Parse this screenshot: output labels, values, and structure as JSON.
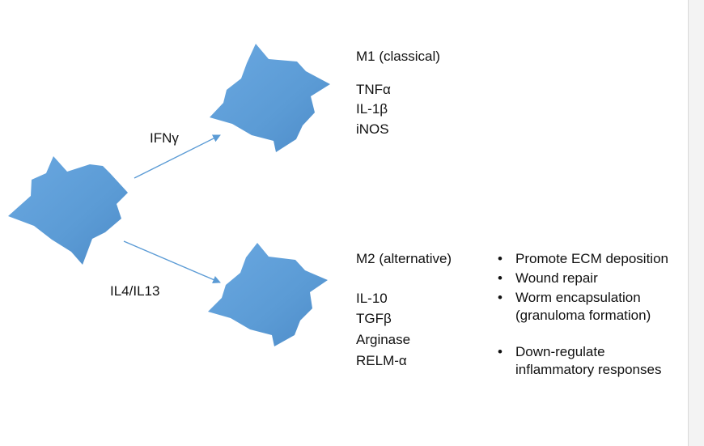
{
  "diagram": {
    "left_arrow_label": "IFNγ",
    "right_arrow_label": "IL4/IL13",
    "m1": {
      "title": "M1 (classical)",
      "markers": [
        "TNFα",
        "IL-1β",
        "iNOS"
      ]
    },
    "m2": {
      "title": "M2 (alternative)",
      "markers": [
        "IL-10",
        "TGFβ",
        "Arginase",
        "RELM-α"
      ]
    },
    "m2_functions": [
      "Promote ECM deposition",
      "Wound repair",
      "Worm encapsulation (granuloma formation)",
      "Down-regulate inflammatory responses"
    ],
    "colors": {
      "cell_fill": "#5b9bd5",
      "arrow": "#5b9bd5"
    }
  }
}
